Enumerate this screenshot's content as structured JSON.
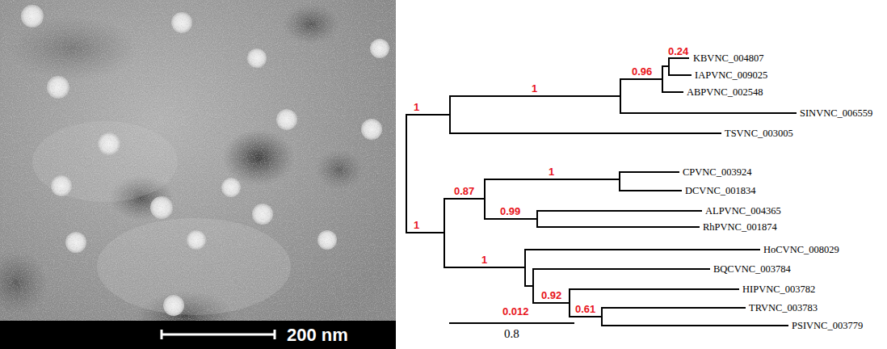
{
  "diagram": {
    "nodes": [
      {
        "text": [
          "200 nm"
        ]
      }
    ],
    "labels": [
      "KBVNC_004807",
      "IAPVNC_009025",
      "ABPVNC_002548",
      "SINVNC_006559",
      "TSVNC_003005",
      "CPVNC_003924",
      "DCVNC_001834",
      "ALPVNC_004365",
      "RhPVNC_001874",
      "HoCVNC_008029",
      "BQCVNC_003784",
      "HIPVNC_003782",
      "TRVNC_003783",
      "PSIVNC_003779",
      "0.24",
      "0.96",
      "1",
      "1",
      "1",
      "0.87",
      "1",
      "0.99",
      "1",
      "0.92",
      "0.012",
      "0.61",
      "0.8"
    ]
  }
}
